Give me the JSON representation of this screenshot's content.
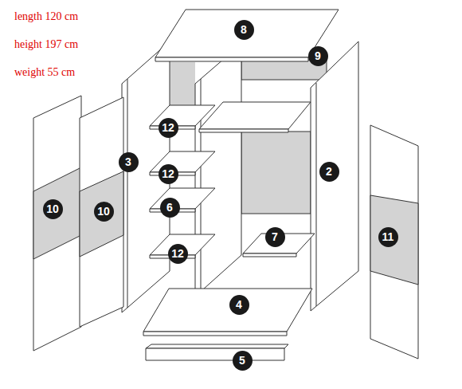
{
  "diagram": {
    "nodes": [
      {
        "text": [
          "8"
        ]
      },
      {
        "text": [
          "9"
        ]
      },
      {
        "text": [
          "12"
        ]
      },
      {
        "text": [
          "3"
        ]
      },
      {
        "text": [
          "2"
        ]
      },
      {
        "text": [
          "12"
        ]
      },
      {
        "text": [
          "6"
        ]
      },
      {
        "text": [
          "10"
        ]
      },
      {
        "text": [
          "10"
        ]
      },
      {
        "text": [
          "11"
        ]
      },
      {
        "text": [
          "7"
        ]
      },
      {
        "text": [
          "12"
        ]
      },
      {
        "text": [
          "4"
        ]
      },
      {
        "text": [
          "5"
        ]
      }
    ],
    "edges": [],
    "labels": [
      "length 120 cm",
      "height 197 cm",
      "weight 55 cm"
    ]
  }
}
